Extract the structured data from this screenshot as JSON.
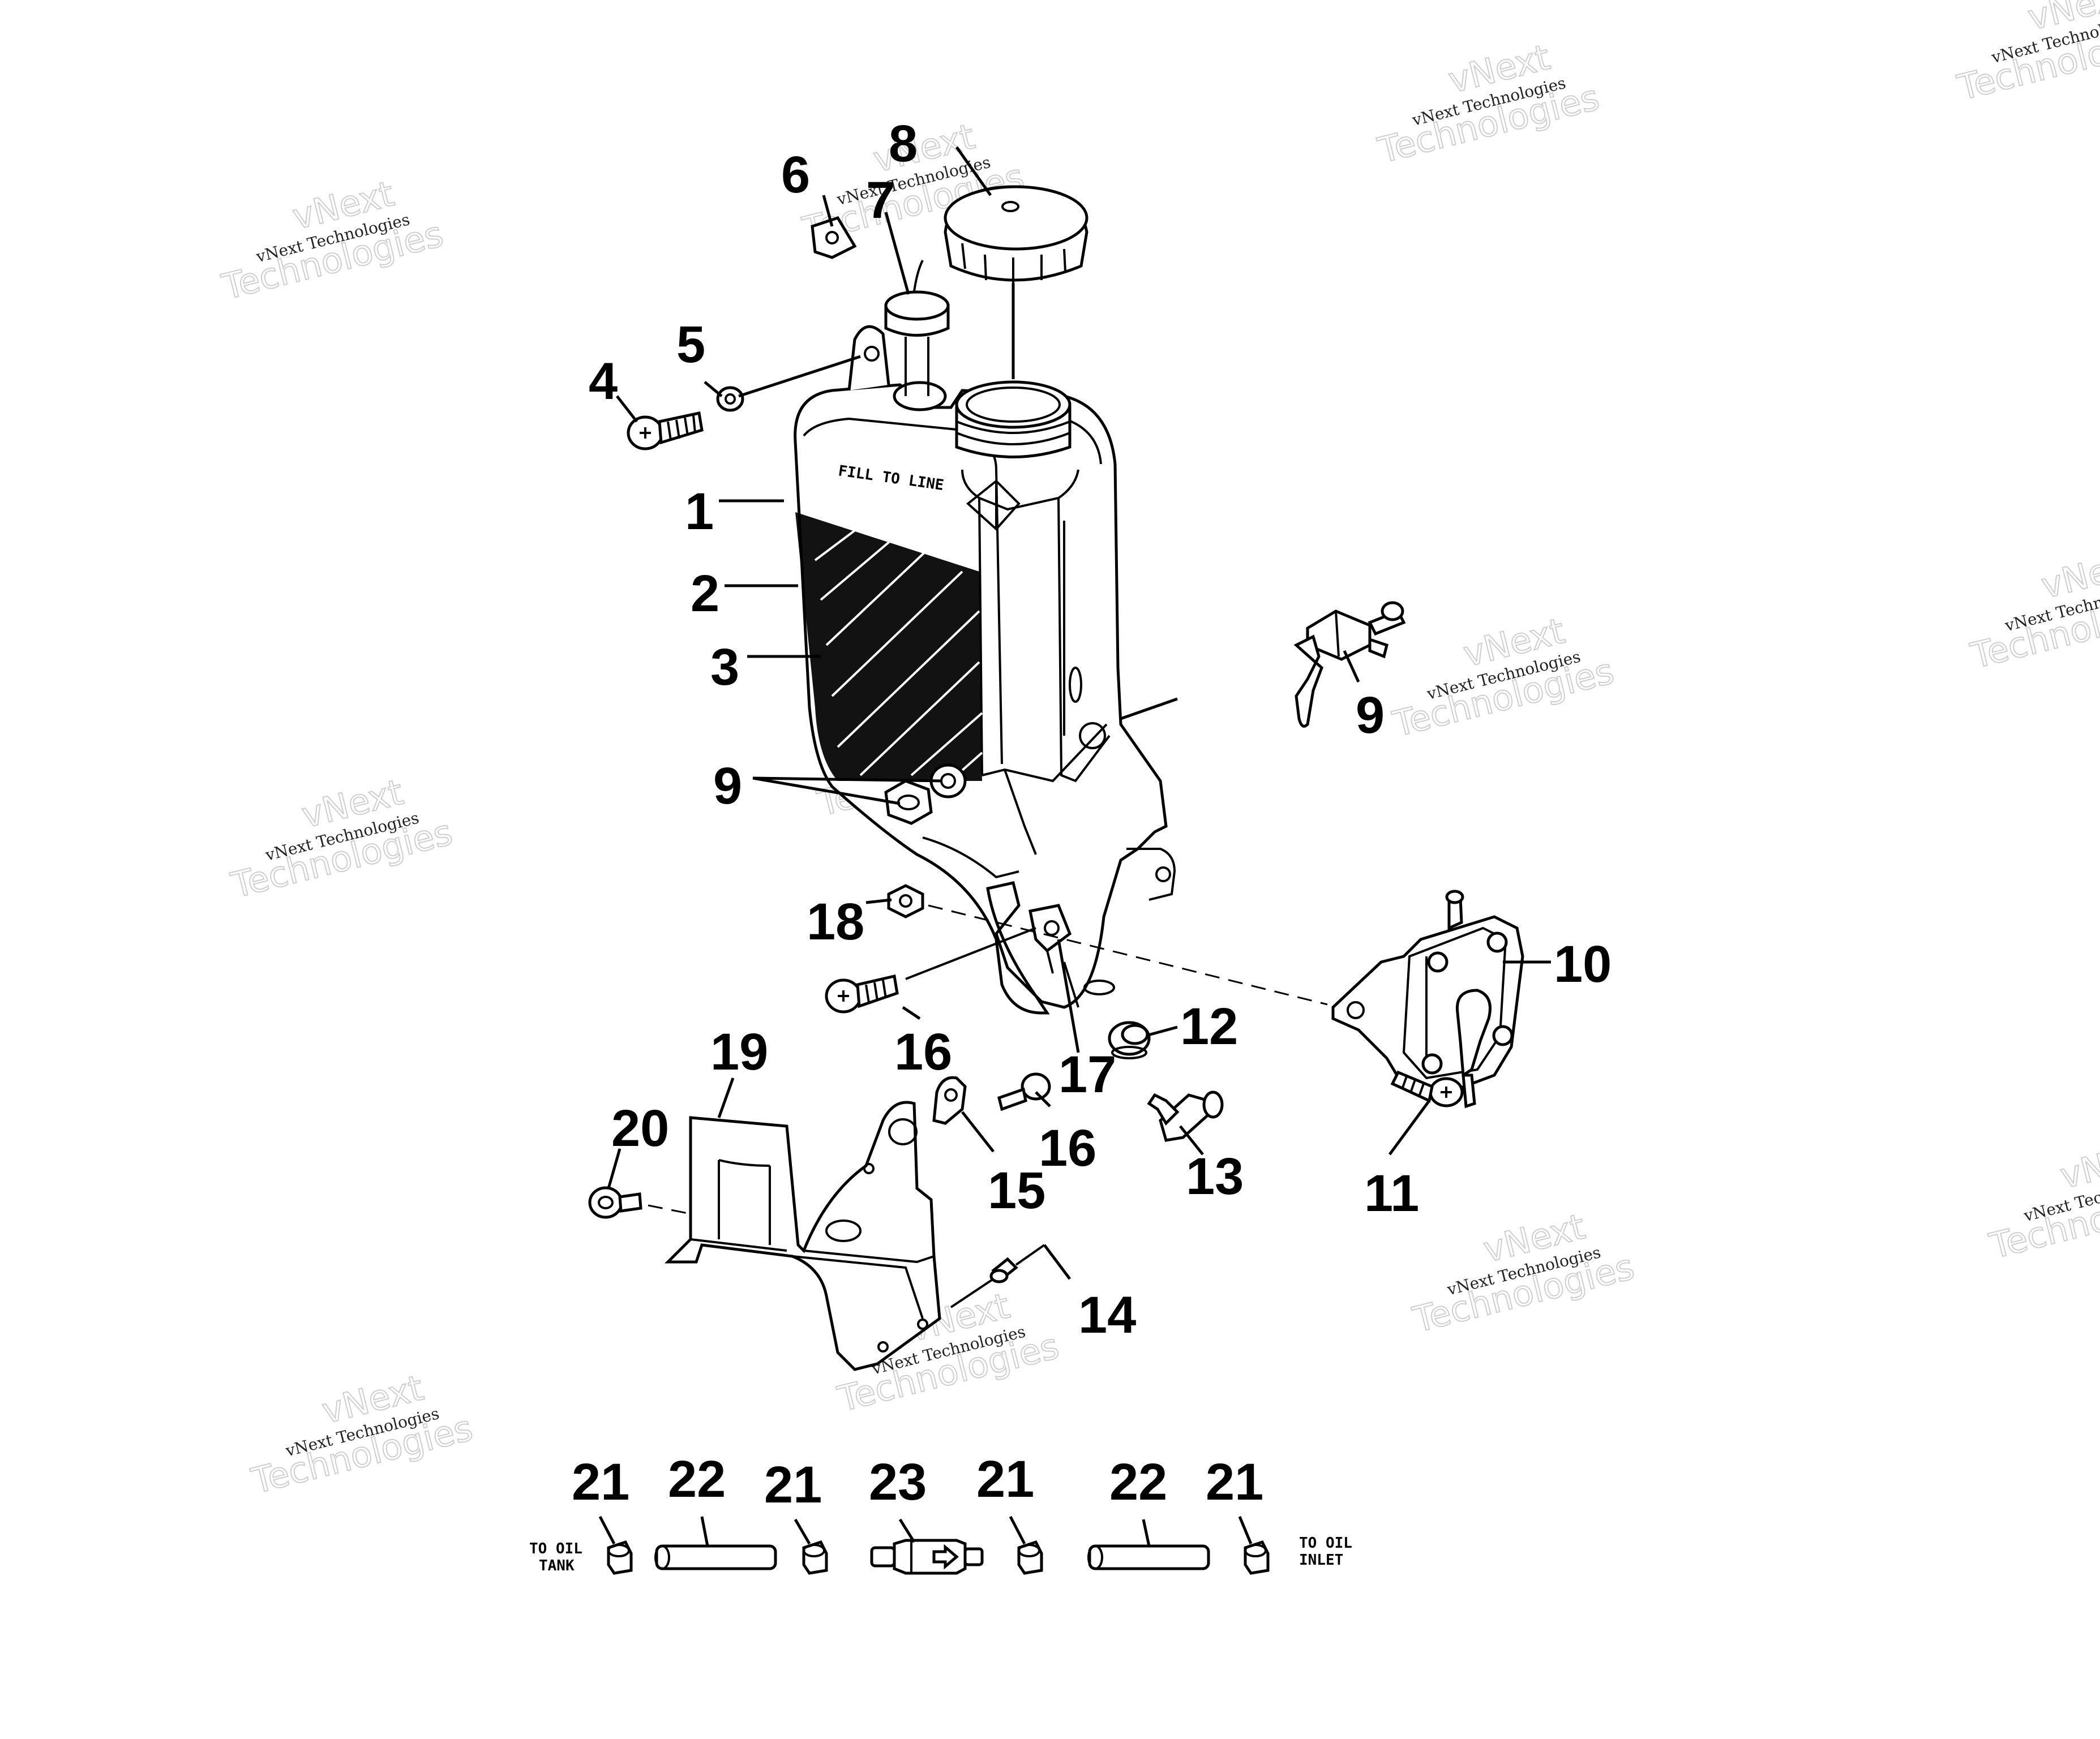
{
  "watermark": {
    "line1": "vNext",
    "line2": "vNext Technologies",
    "line3": "Technologies"
  },
  "callouts": [
    "1",
    "2",
    "3",
    "4",
    "5",
    "6",
    "7",
    "8",
    "9",
    "9",
    "10",
    "11",
    "12",
    "13",
    "14",
    "15",
    "16",
    "16",
    "17",
    "18",
    "19",
    "20",
    "21",
    "21",
    "21",
    "21",
    "22",
    "22",
    "23"
  ],
  "tank_label": "FILL TO LINE",
  "hose_left_label": [
    "TO OIL",
    "TANK"
  ],
  "hose_right_label": [
    "TO OIL",
    "INLET"
  ]
}
